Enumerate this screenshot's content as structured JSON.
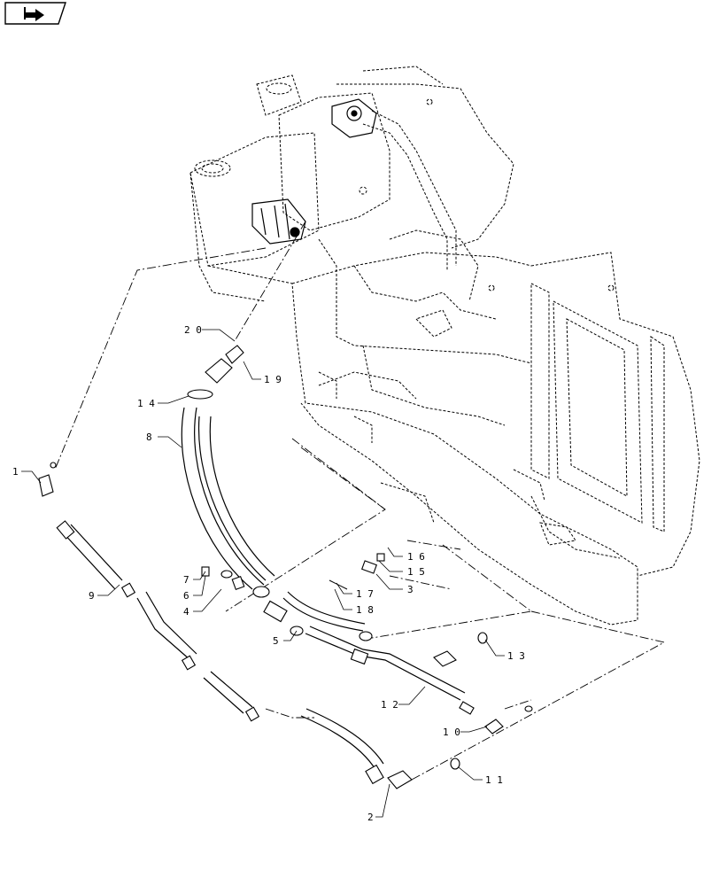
{
  "nav": {
    "icon": "return-arrow-icon"
  },
  "callouts": {
    "c1": "1",
    "c2": "2",
    "c3": "3",
    "c4": "4",
    "c5": "5",
    "c6": "6",
    "c7": "7",
    "c8": "8",
    "c9": "9",
    "c10": "1 0",
    "c11": "1 1",
    "c12": "1 2",
    "c13": "1 3",
    "c14": "1 4",
    "c15": "1 5",
    "c16": "1 6",
    "c17": "1 7",
    "c18": "1 8",
    "c19": "1 9",
    "c20": "2 0"
  }
}
